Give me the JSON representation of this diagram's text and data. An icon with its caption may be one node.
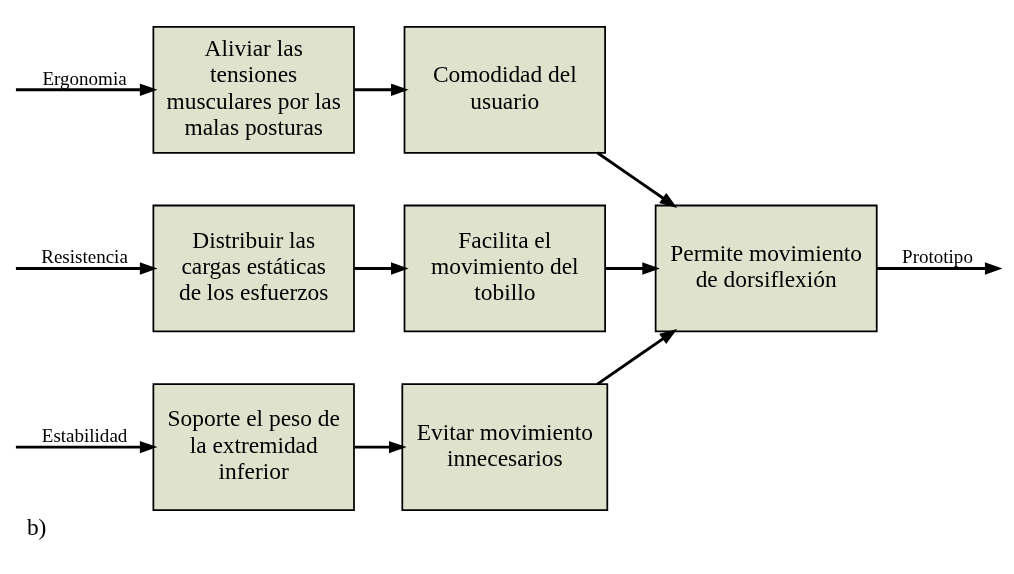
{
  "diagram": {
    "caption": "b)",
    "nodes": [
      {
        "text": [
          "Soporte el peso de la extremidad inferior"
        ]
      },
      {
        "text": [
          "Evitar movimiento innecesarios"
        ]
      },
      {
        "text": [
          "Aliviar las tensiones musculares por las malas posturas"
        ]
      },
      {
        "text": [
          "Comodidad del usuario"
        ]
      },
      {
        "text": [
          "Distribuir las cargas estáticas de los esfuerzos"
        ]
      },
      {
        "text": [
          "Facilita el movimiento del tobillo"
        ]
      },
      {
        "text": [
          "Permite movimiento de dorsiflexión"
        ]
      }
    ],
    "edges": [
      {
        "from": null,
        "to": 0,
        "arrow": "to",
        "label": "Estabilidad"
      },
      {
        "from": 0,
        "to": 1,
        "arrow": "to"
      },
      {
        "from": 1,
        "to": 6,
        "arrow": "to"
      },
      {
        "from": null,
        "to": 2,
        "arrow": "to",
        "label": "Ergonomia"
      },
      {
        "from": 2,
        "to": 3,
        "arrow": "to"
      },
      {
        "from": 3,
        "to": 6,
        "arrow": "to"
      },
      {
        "from": null,
        "to": 4,
        "arrow": "to",
        "label": "Resistencia"
      },
      {
        "from": 4,
        "to": 5,
        "arrow": "to"
      },
      {
        "from": 5,
        "to": 6,
        "arrow": "to"
      },
      {
        "from": 6,
        "to": null,
        "arrow": "to",
        "label": "Prototipo"
      }
    ]
  }
}
